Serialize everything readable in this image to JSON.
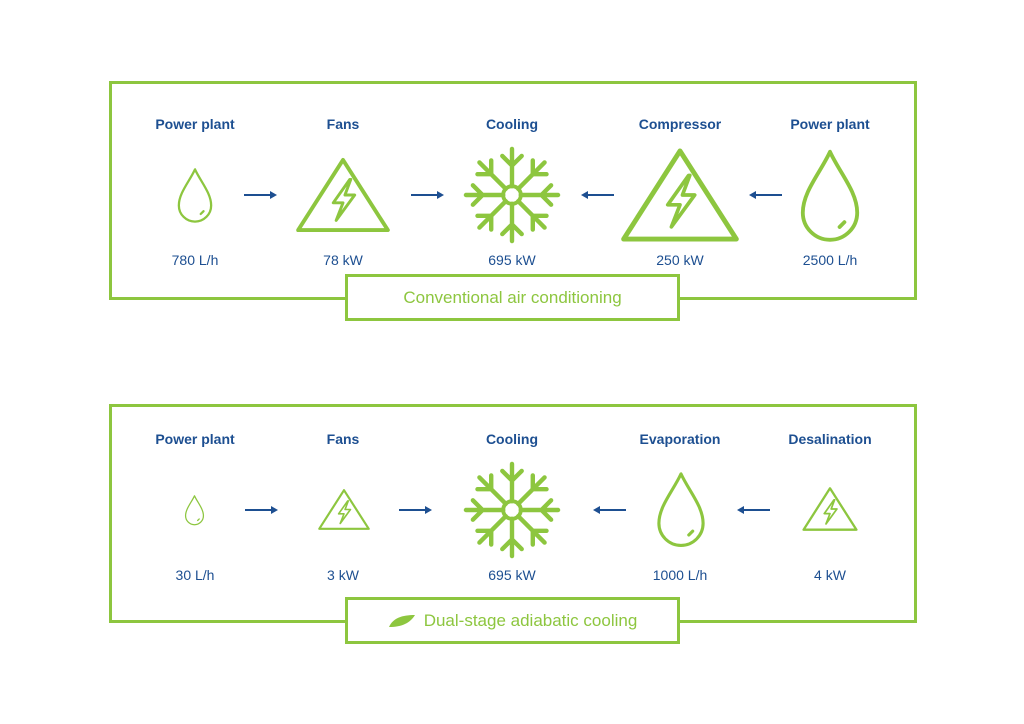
{
  "colors": {
    "green": "#8dc63f",
    "blue": "#1d4f91"
  },
  "conventional": {
    "title": "Conventional air conditioning",
    "stages": [
      {
        "label": "Power plant",
        "value": "780 L/h",
        "icon": "water-drop-icon"
      },
      {
        "label": "Fans",
        "value": "78 kW",
        "icon": "electricity-warning-icon"
      },
      {
        "label": "Cooling",
        "value": "695 kW",
        "icon": "snowflake-icon"
      },
      {
        "label": "Compressor",
        "value": "250 kW",
        "icon": "electricity-warning-icon"
      },
      {
        "label": "Power plant",
        "value": "2500 L/h",
        "icon": "water-drop-icon"
      }
    ]
  },
  "adiabatic": {
    "title": "Dual-stage adiabatic cooling",
    "title_icon": "leaf-icon",
    "stages": [
      {
        "label": "Power plant",
        "value": "30 L/h",
        "icon": "water-drop-icon"
      },
      {
        "label": "Fans",
        "value": "3 kW",
        "icon": "electricity-warning-icon"
      },
      {
        "label": "Cooling",
        "value": "695 kW",
        "icon": "snowflake-icon"
      },
      {
        "label": "Evaporation",
        "value": "1000 L/h",
        "icon": "water-drop-icon"
      },
      {
        "label": "Desalination",
        "value": "4 kW",
        "icon": "electricity-warning-icon"
      }
    ]
  }
}
